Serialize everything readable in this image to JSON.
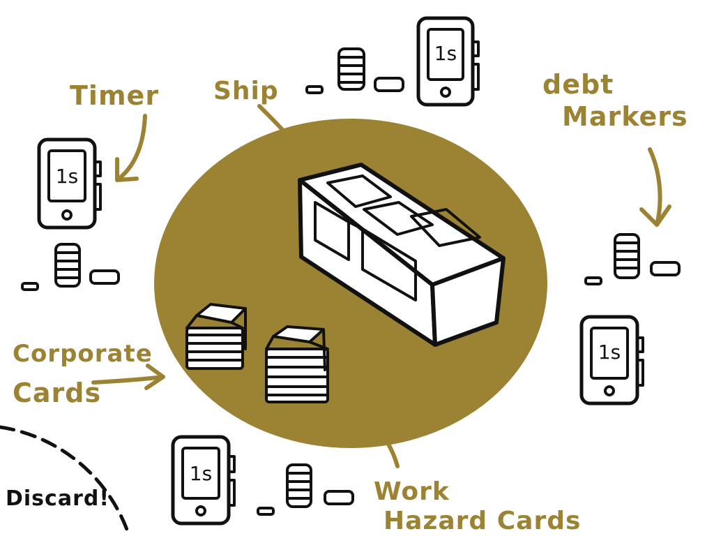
{
  "colors": {
    "table": "#9c8333",
    "label": "#9c8333",
    "ink": "#111111",
    "paper": "#ffffff"
  },
  "labels": {
    "timer": "Timer",
    "ship": "Ship",
    "debt_line1": "debt",
    "debt_line2": "Markers",
    "corporate_line1": "Corporate",
    "corporate_line2": "Cards",
    "work_line1": "Work",
    "work_line2": "Hazard Cards",
    "discard": "Discard!"
  },
  "players": [
    {
      "timer_text": "1s"
    },
    {
      "timer_text": "1s"
    },
    {
      "timer_text": "1s"
    },
    {
      "timer_text": "1s"
    }
  ],
  "icons": [
    "phone-timer-icon",
    "coin-stack-icon",
    "debt-marker-icon",
    "ship-crate-icon",
    "card-deck-icon",
    "arrow-icon"
  ]
}
